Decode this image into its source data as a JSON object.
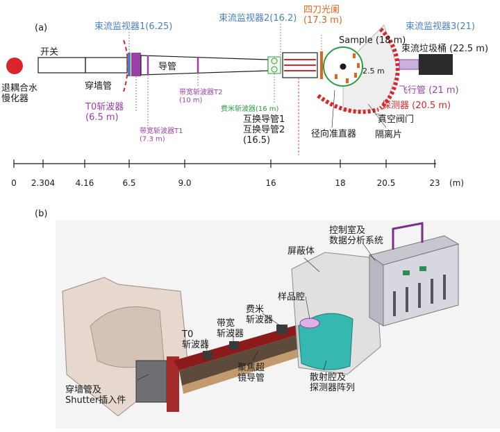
{
  "panel_labels": {
    "a": "(a)",
    "b": "(b)"
  },
  "colors": {
    "blue": "#4a7fc1",
    "purple": "#9a3fa6",
    "orange": "#e0651d",
    "red": "#d8262a",
    "green": "#2a9b46",
    "black": "#1a1a1a",
    "cyan": "#35b8b0",
    "maroon": "#8b1a1a"
  },
  "schematic": {
    "moderator": "退耦合水\n慢化器",
    "switch": "开关",
    "wall_tube": "穿墙管",
    "t0_chopper": "T0斩波器\n(6.5 m)",
    "monitor1": "束流监视器1(6.25)",
    "guide": "导管",
    "bw_chopper_t1": "带宽斩波器T1\n(7.3 m)",
    "bw_chopper_t2": "带宽斩波器T2\n(10 m)",
    "monitor2": "束流监视器2(16.2)",
    "fermi_chopper": "费米斩波器(16 m)",
    "exchange_guide": "互换导管1\n互换导管2\n(16.5)",
    "slit": "四刀光阑\n(17.3 m)",
    "sample": "Sample (18 m)",
    "radius": "2.5 m",
    "monitor3": "束流监视器3(21)",
    "beam_stop": "束流垃圾桶 (22.5 m)",
    "flight_tube": "飞行管 (21 m)",
    "detector": "探测器 (20.5 m)",
    "vacuum_valve": "真空阀门",
    "radial_collimator": "径向准直器",
    "spacer": "隔离片"
  },
  "axis": {
    "unit": "(m)",
    "ticks": [
      {
        "value": 0,
        "label": "0"
      },
      {
        "value": 2.304,
        "label": "2.304"
      },
      {
        "value": 4.16,
        "label": "4.16"
      },
      {
        "value": 6.5,
        "label": "6.5"
      },
      {
        "value": 9.0,
        "label": "9.0"
      },
      {
        "value": 16,
        "label": "16"
      },
      {
        "value": 18,
        "label": "18"
      },
      {
        "value": 20.5,
        "label": "20.5"
      },
      {
        "value": 23,
        "label": "23"
      }
    ]
  },
  "render3d": {
    "control_room": "控制室及\n数据分析系统",
    "shield": "屏蔽体",
    "sample_chamber": "样品腔",
    "fermi_chopper": "费米\n斩波器",
    "t0_chopper": "T0\n斩波器",
    "bw_chopper": "带宽\n斩波器",
    "wall_tube": "穿墙管及\nShutter插入件",
    "focus_guide": "聚焦超\n镜导管",
    "scatter_chamber": "散射腔及\n探测器阵列"
  }
}
